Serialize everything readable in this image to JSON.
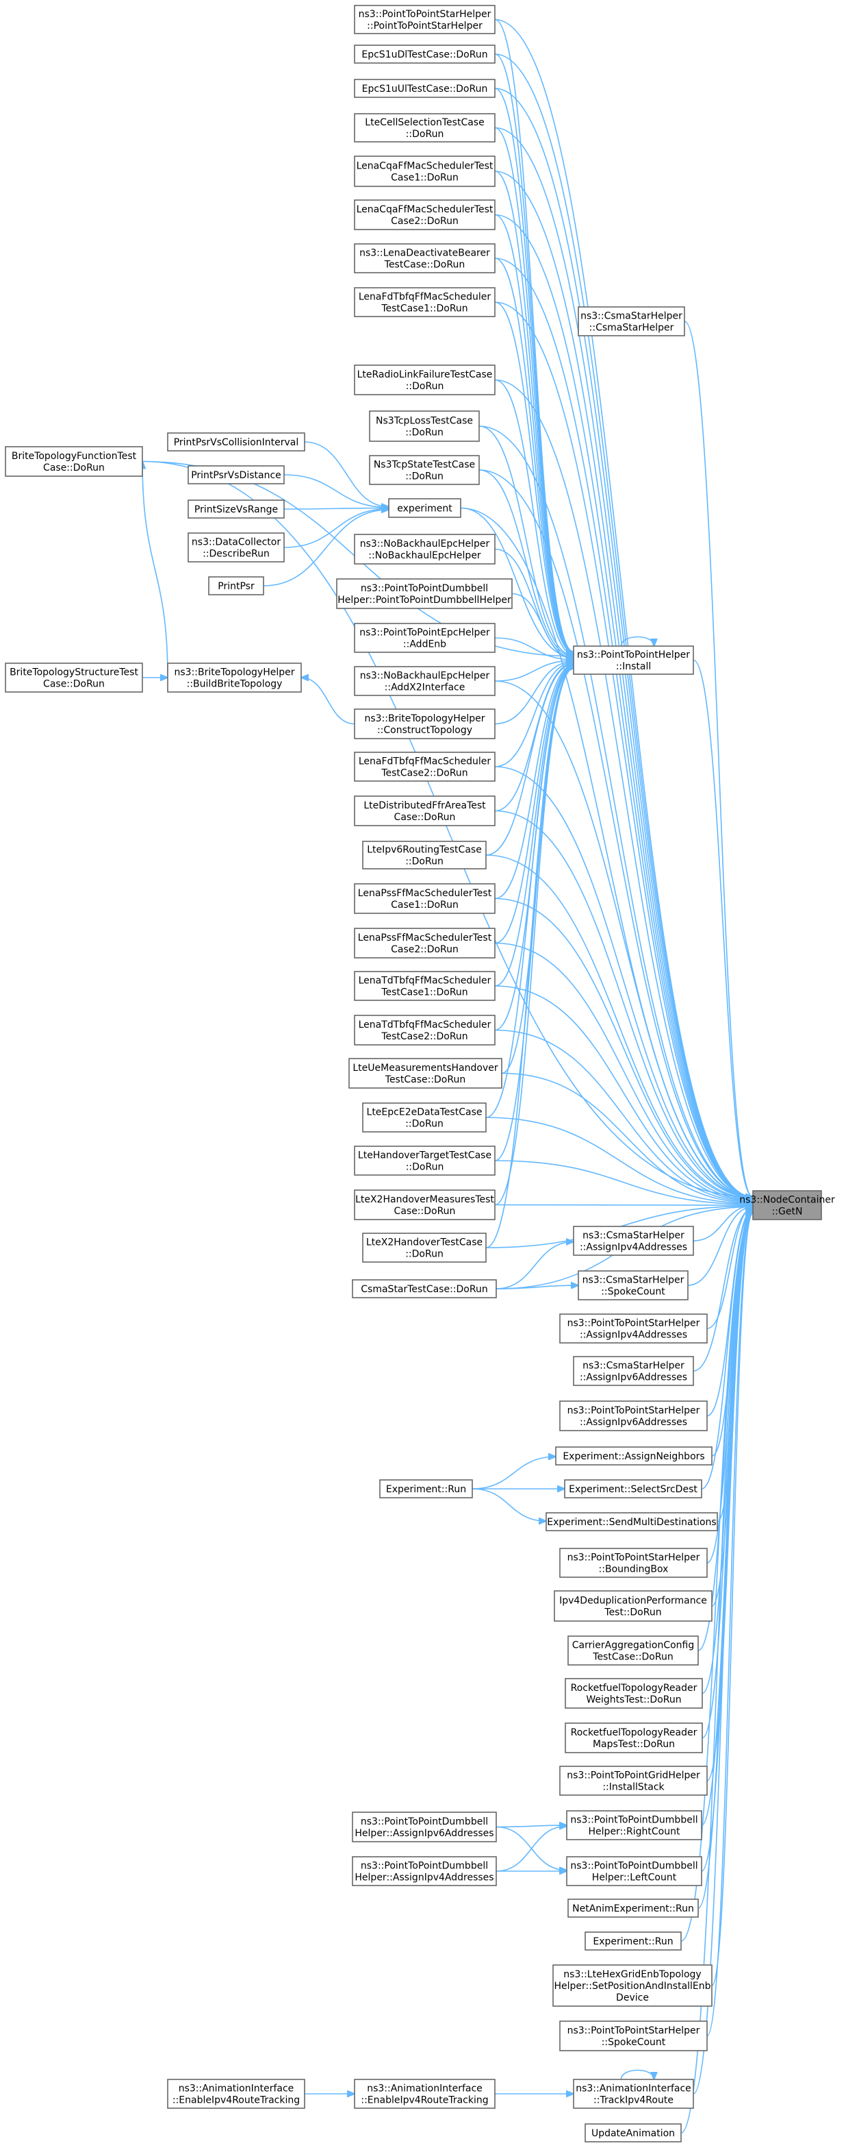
{
  "nodes": {
    "target": [
      "ns3::NodeContainer",
      "::GetN"
    ],
    "install": [
      "ns3::PointToPointHelper",
      "::Install"
    ],
    "pps_ctor": [
      "ns3::PointToPointStarHelper",
      "::PointToPointStarHelper"
    ],
    "epc_dl": [
      "EpcS1uDlTestCase::DoRun"
    ],
    "epc_ul": [
      "EpcS1uUlTestCase::DoRun"
    ],
    "cellsel": [
      "LteCellSelectionTestCase",
      "::DoRun"
    ],
    "cqa1": [
      "LenaCqaFfMacSchedulerTest",
      "Case1::DoRun"
    ],
    "cqa2": [
      "LenaCqaFfMacSchedulerTest",
      "Case2::DoRun"
    ],
    "deact": [
      "ns3::LenaDeactivateBearer",
      "TestCase::DoRun"
    ],
    "fdtbfq1": [
      "LenaFdTbfqFfMacScheduler",
      "TestCase1::DoRun"
    ],
    "csma_ctor": [
      "ns3::CsmaStarHelper",
      "::CsmaStarHelper"
    ],
    "rlf": [
      "LteRadioLinkFailureTestCase",
      "::DoRun"
    ],
    "tcploss": [
      "Ns3TcpLossTestCase",
      "::DoRun"
    ],
    "tcpstate": [
      "Ns3TcpStateTestCase",
      "::DoRun"
    ],
    "britefunc": [
      "BriteTopologyFunctionTest",
      "Case::DoRun"
    ],
    "psrcoll": [
      "PrintPsrVsCollisionInterval"
    ],
    "psrdist": [
      "PrintPsrVsDistance"
    ],
    "sizerange": [
      "PrintSizeVsRange"
    ],
    "datacoll": [
      "ns3::DataCollector",
      "::DescribeRun"
    ],
    "printpsr": [
      "PrintPsr"
    ],
    "experiment": [
      "experiment"
    ],
    "nobh_ctor": [
      "ns3::NoBackhaulEpcHelper",
      "::NoBackhaulEpcHelper"
    ],
    "ptpd_ctor": [
      "ns3::PointToPointDumbbell",
      "Helper::PointToPointDumbbellHelper"
    ],
    "addenb": [
      "ns3::PointToPointEpcHelper",
      "::AddEnb"
    ],
    "addx2": [
      "ns3::NoBackhaulEpcHelper",
      "::AddX2Interface"
    ],
    "britestruct": [
      "BriteTopologyStructureTest",
      "Case::DoRun"
    ],
    "buildbrite": [
      "ns3::BriteTopologyHelper",
      "::BuildBriteTopology"
    ],
    "constructtopo": [
      "ns3::BriteTopologyHelper",
      "::ConstructTopology"
    ],
    "fdtbfq2": [
      "LenaFdTbfqFfMacScheduler",
      "TestCase2::DoRun"
    ],
    "distffr": [
      "LteDistributedFfrAreaTest",
      "Case::DoRun"
    ],
    "ipv6route": [
      "LteIpv6RoutingTestCase",
      "::DoRun"
    ],
    "pss1": [
      "LenaPssFfMacSchedulerTest",
      "Case1::DoRun"
    ],
    "pss2": [
      "LenaPssFfMacSchedulerTest",
      "Case2::DoRun"
    ],
    "tdtbfq1": [
      "LenaTdTbfqFfMacScheduler",
      "TestCase1::DoRun"
    ],
    "tdtbfq2": [
      "LenaTdTbfqFfMacScheduler",
      "TestCase2::DoRun"
    ],
    "uemeas": [
      "LteUeMeasurementsHandover",
      "TestCase::DoRun"
    ],
    "epce2e": [
      "LteEpcE2eDataTestCase",
      "::DoRun"
    ],
    "hotarget": [
      "LteHandoverTargetTestCase",
      "::DoRun"
    ],
    "x2meas": [
      "LteX2HandoverMeasuresTest",
      "Case::DoRun"
    ],
    "x2ho": [
      "LteX2HandoverTestCase",
      "::DoRun"
    ],
    "csmastartc": [
      "CsmaStarTestCase::DoRun"
    ],
    "csma_ipv4": [
      "ns3::CsmaStarHelper",
      "::AssignIpv4Addresses"
    ],
    "csma_spoke": [
      "ns3::CsmaStarHelper",
      "::SpokeCount"
    ],
    "pps_ipv4": [
      "ns3::PointToPointStarHelper",
      "::AssignIpv4Addresses"
    ],
    "csma_ipv6": [
      "ns3::CsmaStarHelper",
      "::AssignIpv6Addresses"
    ],
    "pps_ipv6": [
      "ns3::PointToPointStarHelper",
      "::AssignIpv6Addresses"
    ],
    "assignneigh": [
      "Experiment::AssignNeighbors"
    ],
    "exprun1": [
      "Experiment::Run"
    ],
    "selectsrc": [
      "Experiment::SelectSrcDest"
    ],
    "sendmulti": [
      "Experiment::SendMultiDestinations"
    ],
    "pps_bbox": [
      "ns3::PointToPointStarHelper",
      "::BoundingBox"
    ],
    "ipv4dedup": [
      "Ipv4DeduplicationPerformance",
      "Test::DoRun"
    ],
    "carrieragg": [
      "CarrierAggregationConfig",
      "TestCase::DoRun"
    ],
    "rf_weights": [
      "RocketfuelTopologyReader",
      "WeightsTest::DoRun"
    ],
    "rf_maps": [
      "RocketfuelTopologyReader",
      "MapsTest::DoRun"
    ],
    "grid_stack": [
      "ns3::PointToPointGridHelper",
      "::InstallStack"
    ],
    "db_ipv6": [
      "ns3::PointToPointDumbbell",
      "Helper::AssignIpv6Addresses"
    ],
    "db_right": [
      "ns3::PointToPointDumbbell",
      "Helper::RightCount"
    ],
    "db_ipv4": [
      "ns3::PointToPointDumbbell",
      "Helper::AssignIpv4Addresses"
    ],
    "db_left": [
      "ns3::PointToPointDumbbell",
      "Helper::LeftCount"
    ],
    "netanim": [
      "NetAnimExperiment::Run"
    ],
    "exprun2": [
      "Experiment::Run"
    ],
    "hexgrid": [
      "ns3::LteHexGridEnbTopology",
      "Helper::SetPositionAndInstallEnb",
      "Device"
    ],
    "pps_spoke": [
      "ns3::PointToPointStarHelper",
      "::SpokeCount"
    ],
    "enable_l": [
      "ns3::AnimationInterface",
      "::EnableIpv4RouteTracking"
    ],
    "enable_m": [
      "ns3::AnimationInterface",
      "::EnableIpv4RouteTracking"
    ],
    "trackipv4": [
      "ns3::AnimationInterface",
      "::TrackIpv4Route"
    ],
    "updateanim": [
      "UpdateAnimation"
    ]
  },
  "edges": [
    [
      "pps_ctor",
      "install"
    ],
    [
      "epc_dl",
      "install"
    ],
    [
      "epc_ul",
      "install"
    ],
    [
      "cellsel",
      "install"
    ],
    [
      "cqa1",
      "install"
    ],
    [
      "cqa2",
      "install"
    ],
    [
      "deact",
      "install"
    ],
    [
      "fdtbfq1",
      "install"
    ],
    [
      "britefunc",
      "install"
    ],
    [
      "rlf",
      "install"
    ],
    [
      "tcploss",
      "install"
    ],
    [
      "tcpstate",
      "install"
    ],
    [
      "experiment",
      "install"
    ],
    [
      "nobh_ctor",
      "install"
    ],
    [
      "ptpd_ctor",
      "install"
    ],
    [
      "addenb",
      "install"
    ],
    [
      "addx2",
      "install"
    ],
    [
      "constructtopo",
      "install"
    ],
    [
      "fdtbfq2",
      "install"
    ],
    [
      "distffr",
      "install"
    ],
    [
      "ipv6route",
      "install"
    ],
    [
      "pss1",
      "install"
    ],
    [
      "pss2",
      "install"
    ],
    [
      "tdtbfq1",
      "install"
    ],
    [
      "tdtbfq2",
      "install"
    ],
    [
      "uemeas",
      "install"
    ],
    [
      "epce2e",
      "install"
    ],
    [
      "hotarget",
      "install"
    ],
    [
      "x2meas",
      "install"
    ],
    [
      "x2ho",
      "install"
    ],
    [
      "install",
      "install"
    ],
    [
      "psrcoll",
      "experiment"
    ],
    [
      "psrdist",
      "experiment"
    ],
    [
      "sizerange",
      "experiment"
    ],
    [
      "datacoll",
      "experiment"
    ],
    [
      "printpsr",
      "experiment"
    ],
    [
      "britestruct",
      "buildbrite"
    ],
    [
      "buildbrite",
      "britefunc"
    ],
    [
      "constructtopo",
      "buildbrite"
    ],
    [
      "csmastartc",
      "csma_ipv4"
    ],
    [
      "csmastartc",
      "csma_spoke"
    ],
    [
      "exprun1",
      "assignneigh"
    ],
    [
      "exprun1",
      "selectsrc"
    ],
    [
      "exprun1",
      "sendmulti"
    ],
    [
      "db_ipv6",
      "db_right"
    ],
    [
      "db_ipv6",
      "db_left"
    ],
    [
      "db_ipv4",
      "db_right"
    ],
    [
      "db_ipv4",
      "db_left"
    ],
    [
      "enable_l",
      "enable_m"
    ],
    [
      "enable_m",
      "trackipv4"
    ],
    [
      "trackipv4",
      "trackipv4"
    ],
    [
      "install",
      "target"
    ],
    [
      "pps_ctor",
      "target"
    ],
    [
      "epc_dl",
      "target"
    ],
    [
      "epc_ul",
      "target"
    ],
    [
      "cellsel",
      "target"
    ],
    [
      "cqa1",
      "target"
    ],
    [
      "cqa2",
      "target"
    ],
    [
      "deact",
      "target"
    ],
    [
      "fdtbfq1",
      "target"
    ],
    [
      "csma_ctor",
      "target"
    ],
    [
      "britefunc",
      "target"
    ],
    [
      "rlf",
      "target"
    ],
    [
      "tcploss",
      "target"
    ],
    [
      "tcpstate",
      "target"
    ],
    [
      "experiment",
      "target"
    ],
    [
      "addx2",
      "target"
    ],
    [
      "fdtbfq2",
      "target"
    ],
    [
      "distffr",
      "target"
    ],
    [
      "ipv6route",
      "target"
    ],
    [
      "pss1",
      "target"
    ],
    [
      "pss2",
      "target"
    ],
    [
      "tdtbfq1",
      "target"
    ],
    [
      "tdtbfq2",
      "target"
    ],
    [
      "uemeas",
      "target"
    ],
    [
      "epce2e",
      "target"
    ],
    [
      "hotarget",
      "target"
    ],
    [
      "x2meas",
      "target"
    ],
    [
      "x2ho",
      "target"
    ],
    [
      "csmastartc",
      "target"
    ],
    [
      "csma_ipv4",
      "target"
    ],
    [
      "csma_spoke",
      "target"
    ],
    [
      "pps_ipv4",
      "target"
    ],
    [
      "csma_ipv6",
      "target"
    ],
    [
      "pps_ipv6",
      "target"
    ],
    [
      "assignneigh",
      "target"
    ],
    [
      "selectsrc",
      "target"
    ],
    [
      "sendmulti",
      "target"
    ],
    [
      "pps_bbox",
      "target"
    ],
    [
      "ipv4dedup",
      "target"
    ],
    [
      "carrieragg",
      "target"
    ],
    [
      "rf_weights",
      "target"
    ],
    [
      "rf_maps",
      "target"
    ],
    [
      "grid_stack",
      "target"
    ],
    [
      "db_right",
      "target"
    ],
    [
      "db_left",
      "target"
    ],
    [
      "netanim",
      "target"
    ],
    [
      "exprun2",
      "target"
    ],
    [
      "hexgrid",
      "target"
    ],
    [
      "pps_spoke",
      "target"
    ],
    [
      "trackipv4",
      "target"
    ],
    [
      "updateanim",
      "target"
    ]
  ],
  "highlight": "target",
  "colors": {
    "edge": "#63b8ff",
    "node_border": "#666666",
    "highlight_fill": "#999999"
  }
}
